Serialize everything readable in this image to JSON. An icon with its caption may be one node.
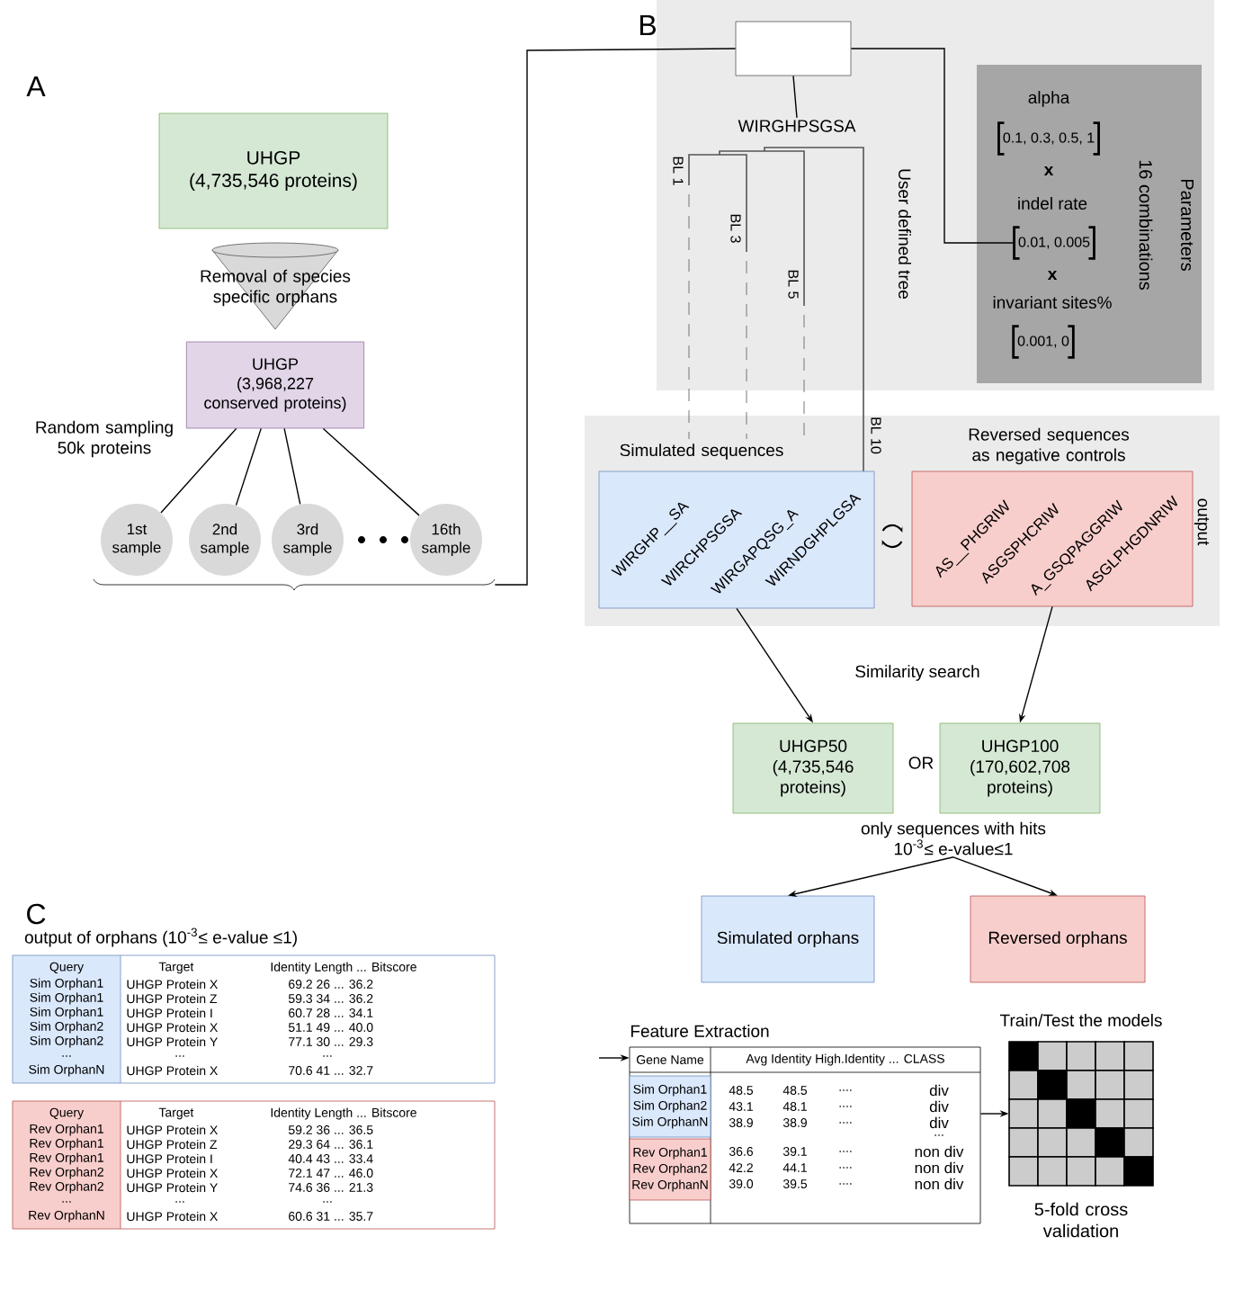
{
  "diagram": {
    "nodes": [
      {
        "text": [
          "UHGP",
          "(4,735,546 proteins)"
        ]
      },
      {
        "text": [
          "Removal of species specific orphans"
        ]
      },
      {
        "text": [
          "UHGP",
          "(3,968,227 conserved proteins)"
        ]
      },
      {
        "text": [
          "1st sample"
        ]
      },
      {
        "text": [
          "2nd sample"
        ]
      },
      {
        "text": [
          "3rd sample"
        ]
      },
      {
        "text": [
          "16th sample"
        ]
      },
      {
        "text": [
          "User defined tree"
        ]
      },
      {
        "text": [],
        "shape": "box",
        "in": 7
      },
      {
        "text": [
          "WIRGHPSGSA"
        ],
        "in": 7
      },
      {
        "text": [
          "Parameters",
          "16 combinations",
          "alpha",
          "0.1, 0.3, 0.5, 1",
          "x",
          "indel rate",
          "x",
          "invariant sites%",
          "0.001, 0"
        ],
        "in": 7
      },
      {
        "text": [
          "0.01, 0.005"
        ],
        "in": 10
      },
      {
        "text": [
          "output"
        ]
      },
      {
        "text": [
          "Simulated sequences",
          "WIRGHP__SA",
          "WIRCHPSGSA",
          "WIRGAPQSG_A",
          "WIRNDGHPLGSA"
        ],
        "in": 12
      },
      {
        "text": [
          "Reversed sequences as negative controls",
          "AS__PHGRIW",
          "ASGSPHCRIW",
          "A_GSQPAGGRIW",
          "ASGLPHGDNRIW"
        ],
        "in": 12
      },
      {
        "text": [
          "UHGP50",
          "(4,735,546 proteins)"
        ]
      },
      {
        "text": [
          "UHGP100",
          "(170,602,708 proteins)"
        ]
      },
      {
        "text": [
          "only sequences with hits",
          "10$^{-3}$≤ e-value≤1"
        ]
      },
      {
        "text": [
          "Simulated orphans"
        ]
      },
      {
        "text": [
          "Reversed orphans"
        ]
      },
      {
        "text": [
          "Query",
          "Target",
          "Identity Length ... Bitscore",
          "Sim Orphan1",
          "UHGP Protein X",
          "69.2 26 ... 36.2",
          "Sim Orphan1",
          "UHGP Protein Z",
          "59.3 34 ... 36.2",
          "Sim Orphan1",
          "UHGP Protein I",
          "60.7 28 ... 34.1",
          "Sim Orphan2",
          "UHGP Protein X",
          "51.1 49 ... 40.0",
          "Sim Orphan2",
          "UHGP Protein Y",
          "77.1 30 ... 29.3",
          "...",
          "...",
          "...",
          "Sim OrphanN",
          "UHGP Protein X",
          "70.6 41 ... 32.7"
        ]
      },
      {
        "text": [
          "Query",
          "Target",
          "Identity Length ... Bitscore",
          "Rev Orphan1",
          "UHGP Protein X",
          "59.2 36 ... 36.5",
          "Rev Orphan1",
          "UHGP Protein Z",
          "29.3 64 ... 36.1",
          "Rev Orphan1",
          "UHGP Protein I",
          "40.4 43 ... 33.4",
          "Rev Orphan2",
          "UHGP Protein X",
          "72.1 47 ... 46.0",
          "Rev Orphan2",
          "UHGP Protein Y",
          "74.6 36 ... 21.3",
          "...",
          "...",
          "...",
          "Rev OrphanN",
          "UHGP Protein X",
          "60.6 31 ... 35.7"
        ]
      },
      {
        "text": [
          "Feature Extraction",
          "Gene Name",
          "Avg Identity High.Identity ... CLASS",
          "48.5",
          "48.5",
          "....",
          "div",
          "43.1",
          "48.1",
          "....",
          "div",
          "38.9",
          "38.9",
          "....",
          "div",
          "...",
          "36.6",
          "39.1",
          "....",
          "non div",
          "42.2",
          "44.1",
          "....",
          "non div",
          "39.0",
          "39.5",
          "....",
          "non div"
        ]
      },
      {
        "text": [
          "Sim Orphan1",
          "Sim Orphan2",
          "Sim OrphanN"
        ],
        "in": 22
      },
      {
        "text": [
          "Rev Orphan1",
          "Rev Orphan2",
          "Rev OrphanN"
        ],
        "in": 22
      },
      {
        "text": [
          "Train/Test the models",
          "5-fold cross validation"
        ]
      },
      {
        "text": [],
        "shape": "brace"
      }
    ],
    "edges": [
      {
        "from": 2,
        "to": 3,
        "arrow": "none"
      },
      {
        "from": 2,
        "to": 4,
        "arrow": "none"
      },
      {
        "from": 2,
        "to": 5,
        "arrow": "none"
      },
      {
        "from": 2,
        "to": 6,
        "arrow": "none"
      },
      {
        "from": 26,
        "to": 8,
        "arrow": "none"
      },
      {
        "from": 8,
        "to": 9,
        "arrow": "none"
      },
      {
        "from": 8,
        "to": 11,
        "arrow": "none"
      },
      {
        "from": 13,
        "to": 15,
        "arrow": "to"
      },
      {
        "from": 14,
        "to": 16,
        "arrow": "to"
      },
      {
        "from": 17,
        "to": 18,
        "arrow": "to"
      },
      {
        "from": 17,
        "to": 19,
        "arrow": "to"
      },
      {
        "from": null,
        "to": 22,
        "arrow": "to"
      },
      {
        "from": 22,
        "to": 25,
        "arrow": "to"
      }
    ],
    "labels": [
      "A",
      "B",
      "C",
      "Random sampling 50k proteins",
      "BL 1",
      "BL 3",
      "BL 5",
      "BL 10",
      "Similarity search",
      "OR",
      "output of orphans (10$^{-3}$≤ e-value ≤1)"
    ]
  }
}
